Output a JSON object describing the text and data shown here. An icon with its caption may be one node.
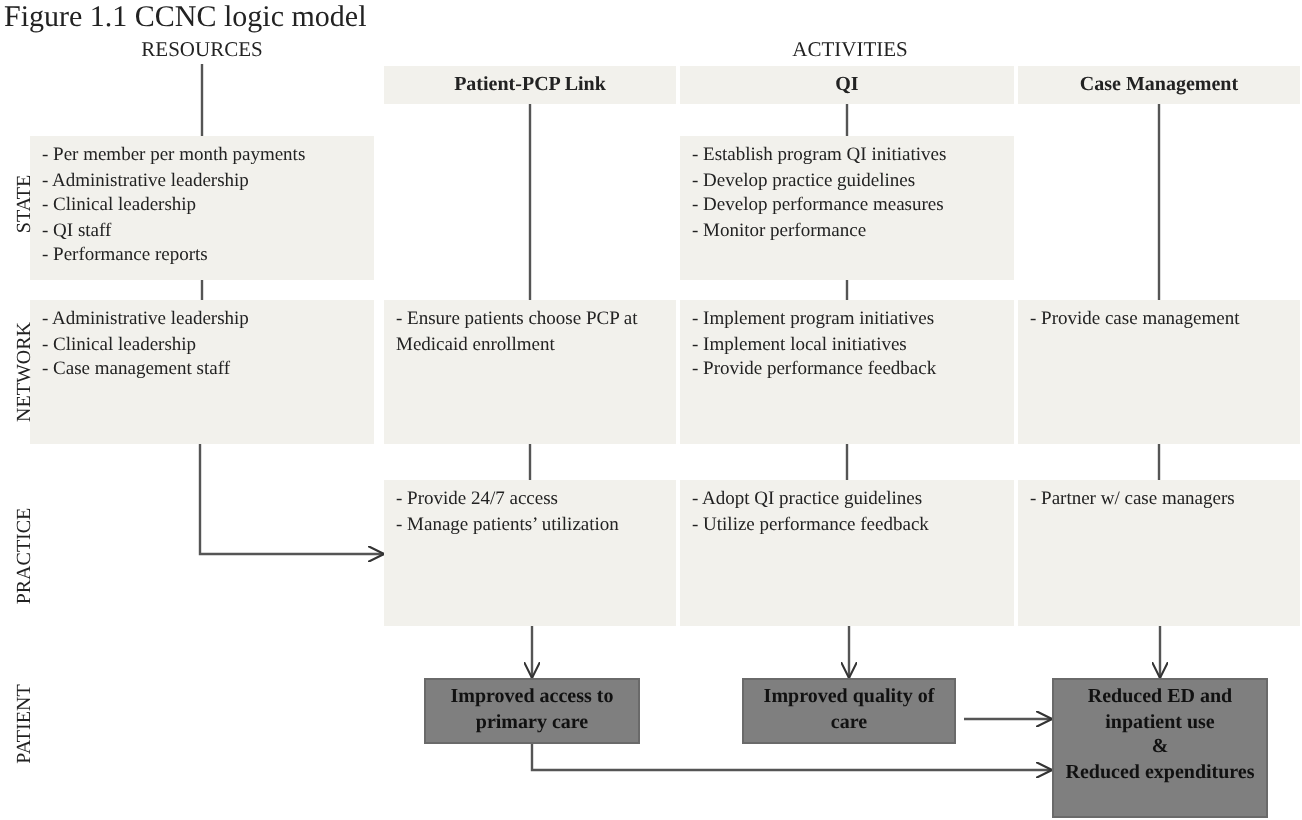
{
  "diagram": {
    "title": "Figure 1.1 CCNC logic model",
    "nodes": [
      {
        "text": [
          "RESOURCES"
        ]
      },
      {
        "text": [
          "Patient-PCP Link"
        ]
      },
      {
        "text": [
          "QI"
        ]
      },
      {
        "text": [
          "Case Management"
        ]
      },
      {
        "text": [
          "- Per member per month payments",
          "- Administrative leadership",
          "- Clinical leadership",
          "- QI staff",
          "- Performance reports"
        ]
      },
      {
        "text": [
          "- Establish program QI initiatives",
          "- Develop practice guidelines",
          "- Develop performance measures",
          "- Monitor performance"
        ]
      },
      {
        "text": [
          "- Administrative leadership",
          "- Clinical leadership",
          "- Case management staff"
        ]
      },
      {
        "text": [
          "- Ensure patients choose PCP at Medicaid enrollment"
        ]
      },
      {
        "text": [
          "- Implement program initiatives",
          "- Implement local initiatives",
          "- Provide performance feedback"
        ]
      },
      {
        "text": [
          "- Provide case management"
        ]
      },
      {
        "text": [
          "- Provide 24/7 access",
          "- Manage patients’ utilization"
        ]
      },
      {
        "text": [
          "- Adopt QI practice guidelines",
          "- Utilize performance feedback"
        ]
      },
      {
        "text": [
          "- Partner w/ case managers"
        ]
      },
      {
        "text": [
          "Improved access to primary care"
        ]
      },
      {
        "text": [
          "Improved quality of care"
        ]
      },
      {
        "text": [
          "Reduced ED and inpatient use",
          "&",
          "Reduced expenditures"
        ]
      }
    ],
    "edges": [
      {
        "from": 0,
        "to": 4,
        "arrow": "none"
      },
      {
        "from": 4,
        "to": 6,
        "arrow": "none"
      },
      {
        "from": 6,
        "to": 10,
        "arrow": "to"
      },
      {
        "from": 1,
        "to": 7,
        "arrow": "none"
      },
      {
        "from": 7,
        "to": 10,
        "arrow": "none"
      },
      {
        "from": 10,
        "to": 13,
        "arrow": "to"
      },
      {
        "from": 2,
        "to": 5,
        "arrow": "none"
      },
      {
        "from": 5,
        "to": 8,
        "arrow": "none"
      },
      {
        "from": 8,
        "to": 11,
        "arrow": "none"
      },
      {
        "from": 11,
        "to": 14,
        "arrow": "to"
      },
      {
        "from": 3,
        "to": 9,
        "arrow": "none"
      },
      {
        "from": 9,
        "to": 12,
        "arrow": "none"
      },
      {
        "from": 12,
        "to": 15,
        "arrow": "to"
      },
      {
        "from": 14,
        "to": 15,
        "arrow": "to"
      },
      {
        "from": 13,
        "to": 15,
        "arrow": "to"
      }
    ],
    "labels": [
      "ACTIVITIES",
      "STATE",
      "NETWORK",
      "PRACTICE",
      "PATIENT"
    ]
  }
}
